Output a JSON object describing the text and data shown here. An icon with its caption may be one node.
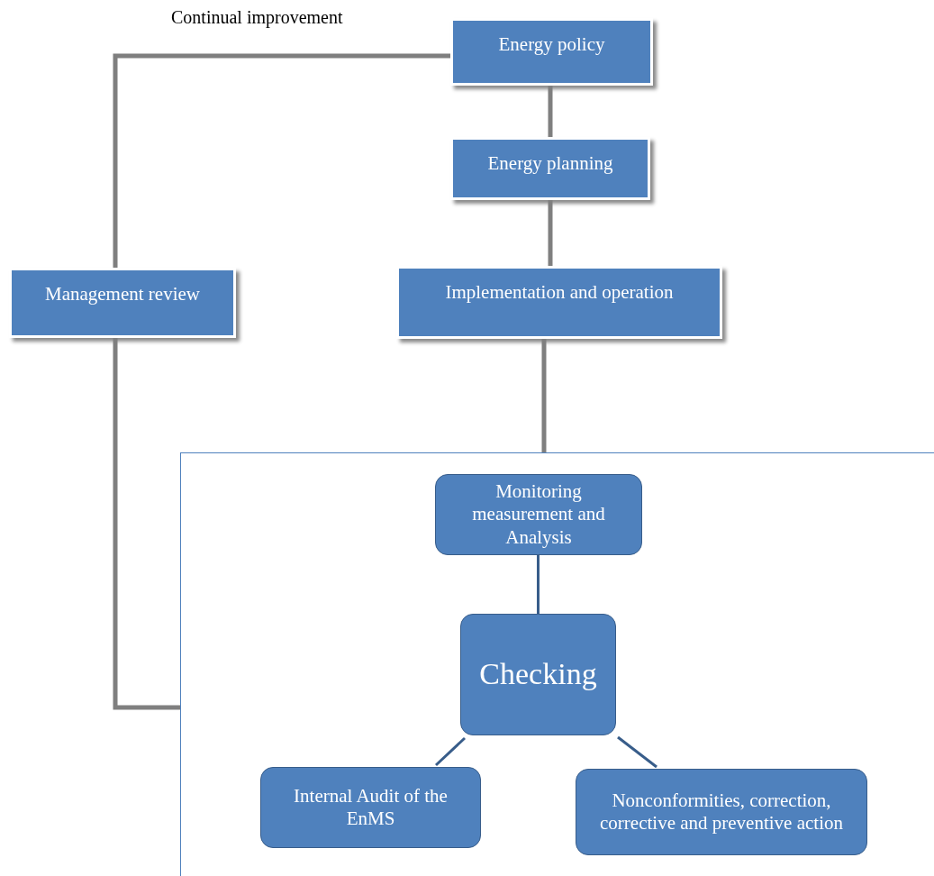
{
  "diagram": {
    "nodes": [
      {
        "text": [
          "Energy policy"
        ]
      },
      {
        "text": [
          "Energy planning"
        ]
      },
      {
        "text": [
          "Management review"
        ]
      },
      {
        "text": [
          "Implementation and operation"
        ]
      },
      {
        "text": [],
        "shape": "box"
      },
      {
        "text": [
          "Monitoring measurement and Analysis"
        ],
        "in": 4
      },
      {
        "text": [
          "Checking"
        ],
        "in": 4
      },
      {
        "text": [
          "Internal Audit of the EnMS"
        ],
        "in": 4
      },
      {
        "text": [
          "Nonconformities, correction, corrective and preventive action"
        ],
        "in": 4
      }
    ],
    "edges": [
      {
        "from": 0,
        "to": 1,
        "arrow": "none"
      },
      {
        "from": 1,
        "to": 3,
        "arrow": "none"
      },
      {
        "from": 3,
        "to": 4,
        "arrow": "none"
      },
      {
        "from": 0,
        "to": 2,
        "arrow": "none"
      },
      {
        "from": 2,
        "to": 4,
        "arrow": "none"
      },
      {
        "from": 5,
        "to": 6,
        "arrow": "none",
        "color": "#385d8a"
      },
      {
        "from": 6,
        "to": 7,
        "arrow": "none",
        "color": "#385d8a"
      },
      {
        "from": 6,
        "to": 8,
        "arrow": "none",
        "color": "#385d8a"
      }
    ],
    "labels": [
      "Continual improvement"
    ]
  }
}
